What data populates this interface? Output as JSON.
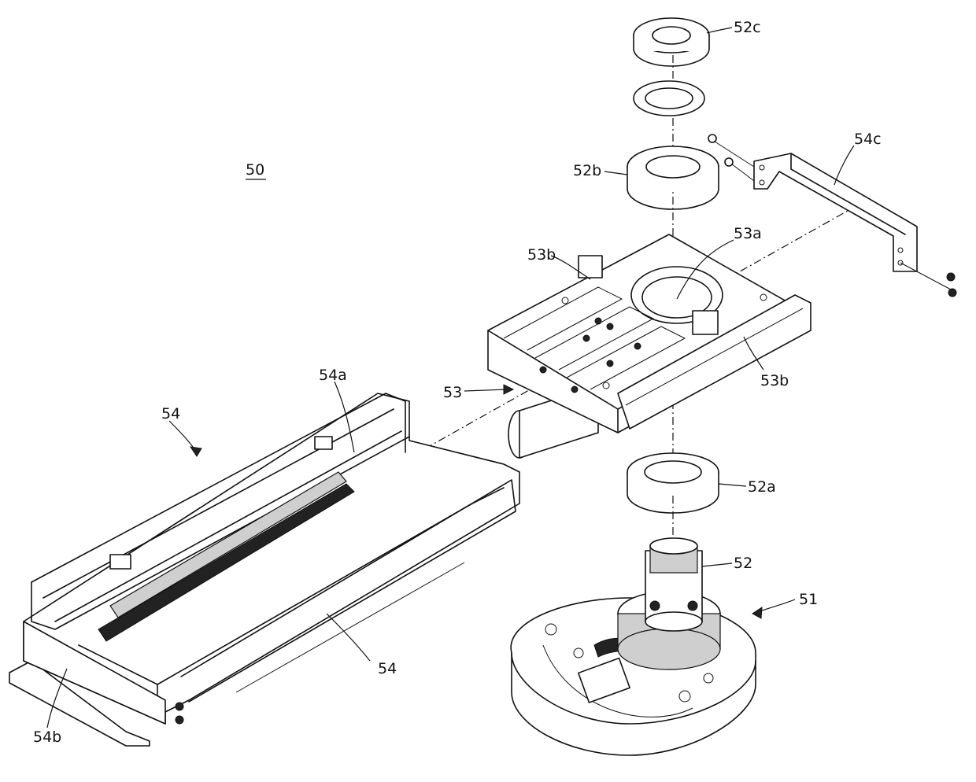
{
  "figure": {
    "reference": "50",
    "labels": {
      "rail_assembly": "54",
      "rail_upper": "54a",
      "rail_lower": "54",
      "rail_base": "54b",
      "carriage": "53",
      "carriage_bearing_seat": "53a",
      "carriage_side_left": "53b",
      "carriage_side_right": "53b",
      "bracket": "54c",
      "nut": "52c",
      "bearing_upper": "52b",
      "bearing_lower": "52a",
      "shaft": "52",
      "base_plate": "51"
    }
  }
}
